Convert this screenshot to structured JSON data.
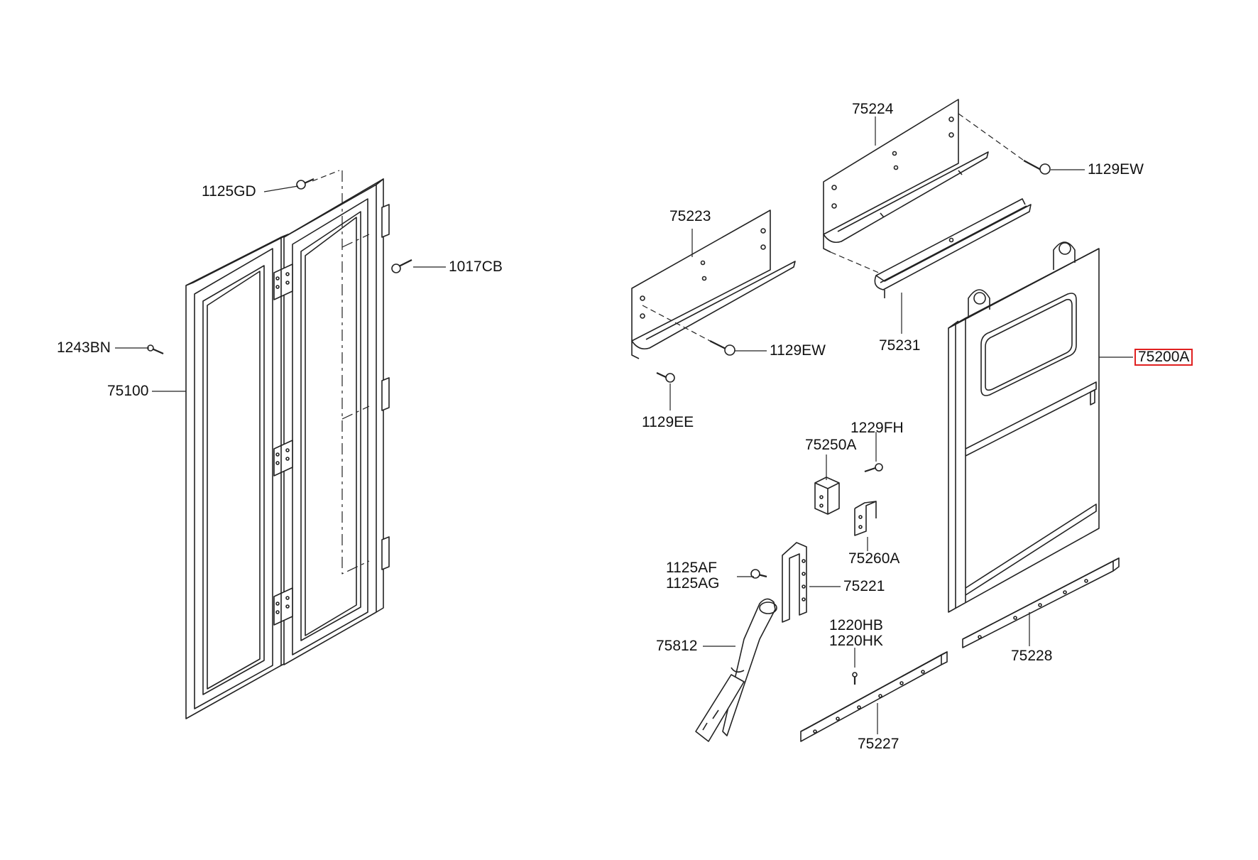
{
  "diagram": {
    "highlight_color": "#e02020",
    "line_color": "#222222",
    "parts": {
      "p1125GD": "1125GD",
      "p1017CB": "1017CB",
      "p1243BN": "1243BN",
      "p75100": "75100",
      "p75224": "75224",
      "p1129EW_top": "1129EW",
      "p75223": "75223",
      "p1129EW_mid": "1129EW",
      "p75231": "75231",
      "p75200A": "75200A",
      "p1129EE": "1129EE",
      "p1229FH": "1229FH",
      "p75250A": "75250A",
      "p75260A": "75260A",
      "p1125AF": "1125AF",
      "p1125AG": "1125AG",
      "p75221": "75221",
      "p1220HB": "1220HB",
      "p1220HK": "1220HK",
      "p75812": "75812",
      "p75228": "75228",
      "p75227": "75227"
    }
  }
}
